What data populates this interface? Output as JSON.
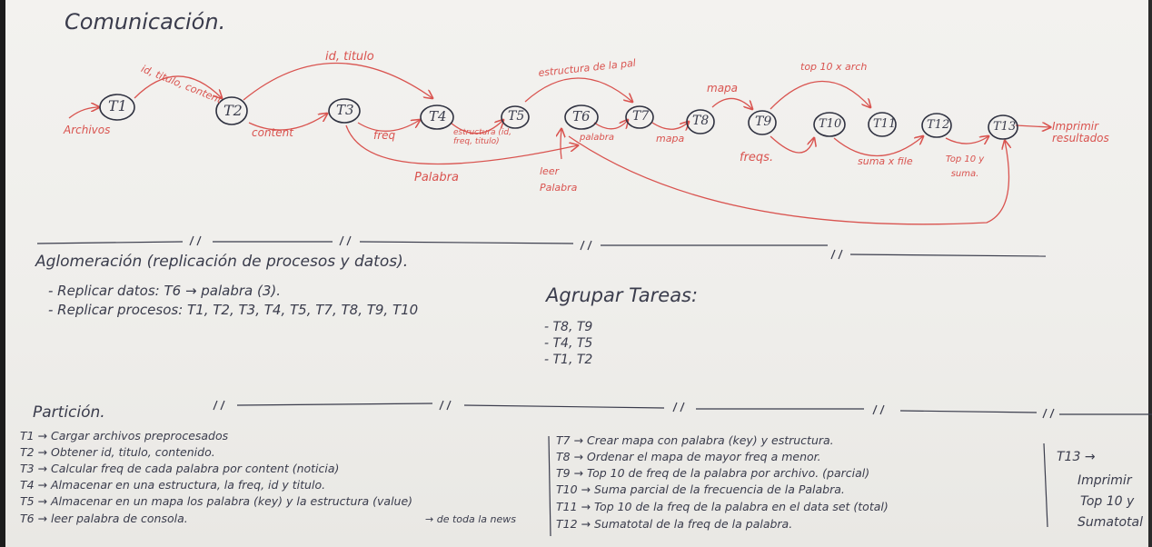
{
  "comunicacion": {
    "title": "Comunicación.",
    "nodes": [
      "T1",
      "T2",
      "T3",
      "T4",
      "T5",
      "T6",
      "T7",
      "T8",
      "T9",
      "T10",
      "T11",
      "T12",
      "T13"
    ],
    "labels": {
      "archivos": "Archivos",
      "id_titulo_content": "id, titulo, content",
      "id_titulo": "id, titulo",
      "content": "content",
      "freq_t3_t4": "freq",
      "estructura_t4_t5": "estructura (id, freq, titulo)",
      "palabra_t3_t6": "Palabra",
      "estructura_dela_pal": "estructura de la pal",
      "palabra_t6_t7": "palabra",
      "leer_palabra": "leer Palabra",
      "mapa_t7_t8": "mapa",
      "mapa_t8_t9": "mapa",
      "top10_arch": "top 10 x arch",
      "freqs": "freqs.",
      "suma_x_file": "suma x file",
      "top10_y_suma": "Top 10 y suma.",
      "imprimir_resultados": "Imprimir resultados"
    }
  },
  "aglomeracion": {
    "title": "Aglomeración (replicación de procesos y datos).",
    "items": [
      "- Replicar datos: T6 → palabra (3).",
      "- Replicar procesos: T1, T2, T3, T4, T5, T7, T8, T9, T10"
    ]
  },
  "agrupar": {
    "title": "Agrupar Tareas:",
    "items": [
      "- T8, T9",
      "- T4, T5",
      "- T1, T2"
    ]
  },
  "particion": {
    "title": "Partición.",
    "left_items": [
      "T1 → Cargar archivos preprocesados",
      "T2 → Obtener id, titulo, contenido.",
      "T3 → Calcular freq de cada palabra por content (noticia)",
      "T4 → Almacenar en una estructura, la freq, id y titulo.",
      "T5 → Almacenar en un mapa los palabra (key) y la estructura (value)",
      "T6 → leer palabra de consola."
    ],
    "left_extra": "→ de toda la news",
    "right_items": [
      "T7 → Crear mapa con palabra (key) y estructura.",
      "T8 → Ordenar el mapa de mayor freq a menor.",
      "T9 → Top 10       de freq de la palabra por archivo. (parcial)",
      "T10 → Suma parcial de la frecuencia de la Palabra.",
      "T11 → Top 10 de la freq de la palabra en el data set (total)",
      "T12 → Sumatotal de la freq de la palabra."
    ],
    "t13": [
      "T13 →",
      "Imprimir",
      "Top 10 y",
      "Sumatotal"
    ]
  },
  "colors": {
    "marker": "#3a3c4c",
    "red_marker": "#d9534f",
    "board": "#f1f0ed"
  }
}
